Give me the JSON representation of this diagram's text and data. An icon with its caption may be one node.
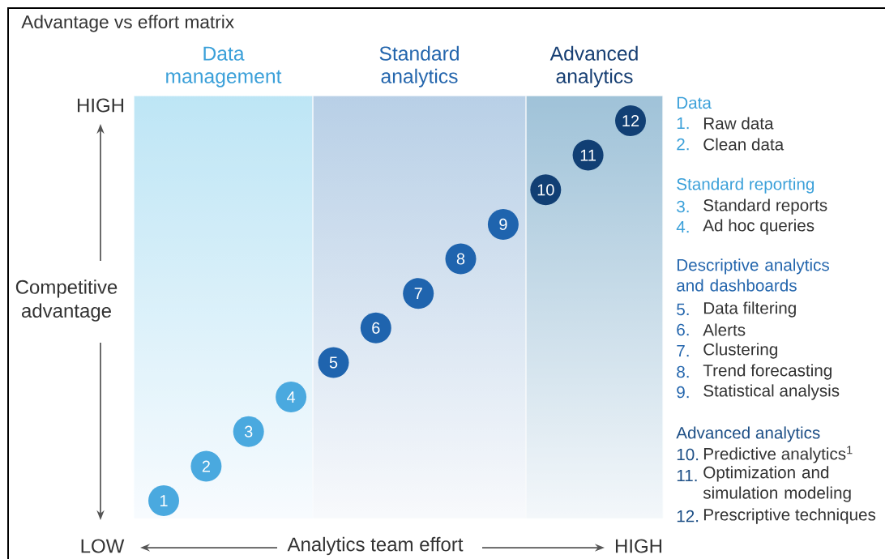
{
  "diagram": {
    "title": "Advantage vs effort matrix",
    "nodes": [
      {
        "text": [
          "Data management"
        ]
      },
      {
        "text": [
          "Standard analytics"
        ]
      },
      {
        "text": [
          "Advanced analytics"
        ]
      },
      {
        "text": [
          "1"
        ],
        "in": 0
      },
      {
        "text": [
          "2"
        ],
        "in": 0
      },
      {
        "text": [
          "3"
        ],
        "in": 0
      },
      {
        "text": [
          "4"
        ],
        "in": 0
      },
      {
        "text": [
          "5"
        ],
        "in": 1
      },
      {
        "text": [
          "6"
        ],
        "in": 1
      },
      {
        "text": [
          "7"
        ],
        "in": 1
      },
      {
        "text": [
          "8"
        ],
        "in": 1
      },
      {
        "text": [
          "9"
        ],
        "in": 1
      },
      {
        "text": [
          "10"
        ],
        "in": 2
      },
      {
        "text": [
          "11"
        ],
        "in": 2
      },
      {
        "text": [
          "12"
        ],
        "in": 2
      }
    ],
    "labels": [
      "HIGH",
      "Competitive advantage",
      "LOW",
      "Analytics team effort",
      "HIGH",
      "Data",
      "1.",
      "Raw data",
      "2.",
      "Clean data",
      "Standard reporting",
      "3.",
      "Standard reports",
      "4.",
      "Ad hoc queries",
      "Descriptive analytics and dashboards",
      "5.",
      "Data filtering",
      "6.",
      "Alerts",
      "7.",
      "Clustering",
      "8.",
      "Trend forecasting",
      "9.",
      "Statistical analysis",
      "Advanced analytics",
      "10.",
      "Predictive analytics$^{1}$",
      "11.",
      "Optimization and simulation modeling",
      "12.",
      "Prescriptive techniques"
    ]
  }
}
